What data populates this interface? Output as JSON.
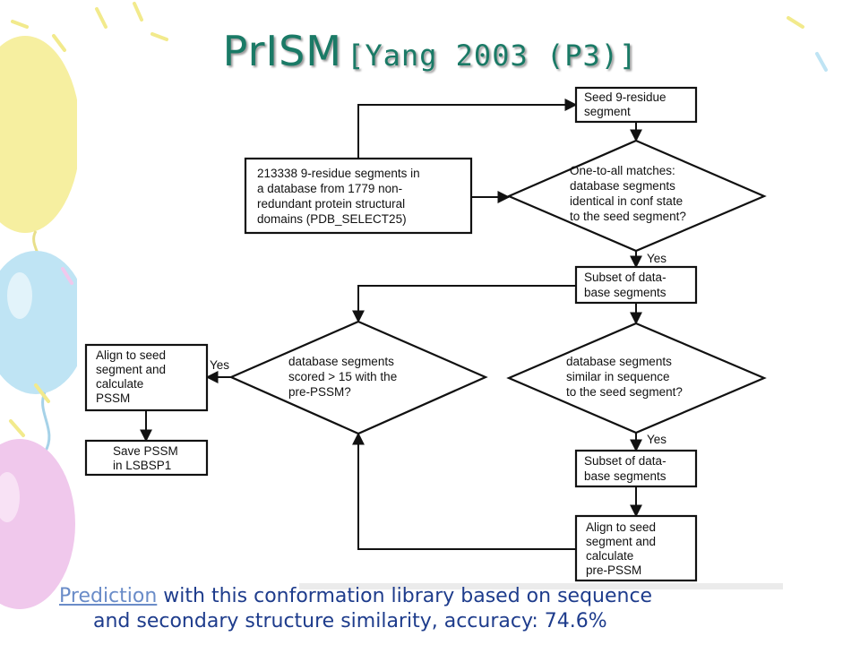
{
  "slide": {
    "title": "PrISM",
    "citation": "[Yang 2003 (P3)]"
  },
  "flowchart": {
    "seed_box": [
      "Seed 9-residue",
      "segment"
    ],
    "database_box": [
      "213338 9-residue segments in",
      "a database from 1779 non-",
      "redundant protein structural",
      "domains (PDB_SELECT25)"
    ],
    "match_decision": [
      "One-to-all matches:",
      "database segments",
      "identical in conf state",
      "to the seed segment?"
    ],
    "subset_box_1": [
      "Subset of data-",
      "base segments"
    ],
    "similar_decision": [
      "database segments",
      "similar in sequence",
      "to the seed segment?"
    ],
    "subset_box_2": [
      "Subset of data-",
      "base segments"
    ],
    "align_pre_box": [
      "Align to seed",
      "segment and",
      "calculate",
      "pre-PSSM"
    ],
    "score_decision": [
      "database segments",
      "scored > 15 with the",
      "pre-PSSM?"
    ],
    "align_pssm_box": [
      "Align to seed",
      "segment and",
      "calculate",
      "PSSM"
    ],
    "save_box": [
      "Save PSSM",
      "in LSBSP1"
    ],
    "yes_label": "Yes"
  },
  "caption": {
    "link_text": "Prediction",
    "line1_rest": " with this conformation library based on sequence",
    "line2": "and secondary structure similarity, accuracy: 74.6%"
  },
  "colors": {
    "title": "#1a7a66",
    "caption_text": "#1e3c8c",
    "caption_link": "#6a8cc8",
    "balloon_yellow": "#f6efa0",
    "balloon_blue": "#bfe4f4",
    "balloon_pink": "#f0c8ec"
  }
}
